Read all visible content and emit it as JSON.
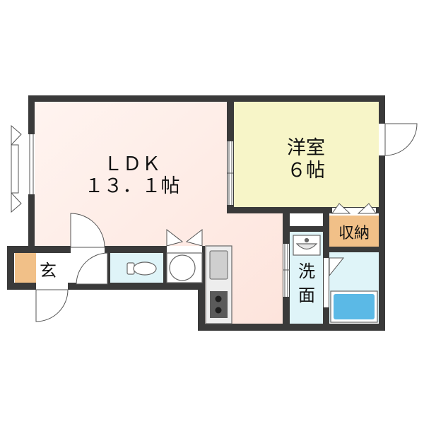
{
  "rooms": {
    "ldk": {
      "name": "ＬＤＫ",
      "size": "１３．１帖",
      "color": "#fde4dc"
    },
    "western": {
      "name": "洋室",
      "size": "６帖",
      "color": "#f7f5c8"
    },
    "storage": {
      "name": "収納",
      "color": "#f1c088"
    },
    "genkan": {
      "name": "玄",
      "color": "#f1c088"
    },
    "washroom": {
      "name_line1": "洗",
      "name_line2": "面",
      "color": "#dff4f8"
    },
    "toilet": {
      "color": "#dff4f8"
    },
    "bath": {
      "color": "#dff4f8",
      "tub_color": "#5bb9e6"
    }
  },
  "colors": {
    "wall": "#3a3a3a",
    "fixture": "#cfcfcf",
    "fixture_dark": "#777777"
  }
}
